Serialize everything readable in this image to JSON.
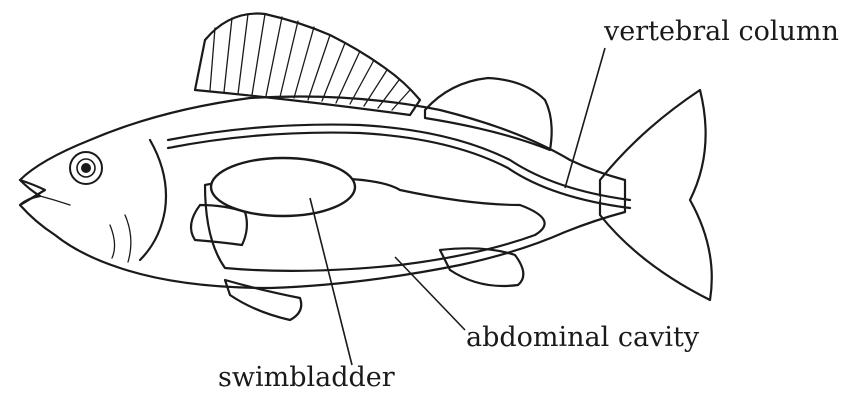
{
  "diagram": {
    "subject": "fish anatomy",
    "labels": {
      "vertebral_column": "vertebral column",
      "abdominal_cavity": "abdominal cavity",
      "swimbladder": "swimbladder"
    },
    "colors": {
      "ink": "#1a1a1a",
      "stipple": "#9a9a9a",
      "fin_shade": "#6e6e6e",
      "background": "#ffffff"
    }
  }
}
